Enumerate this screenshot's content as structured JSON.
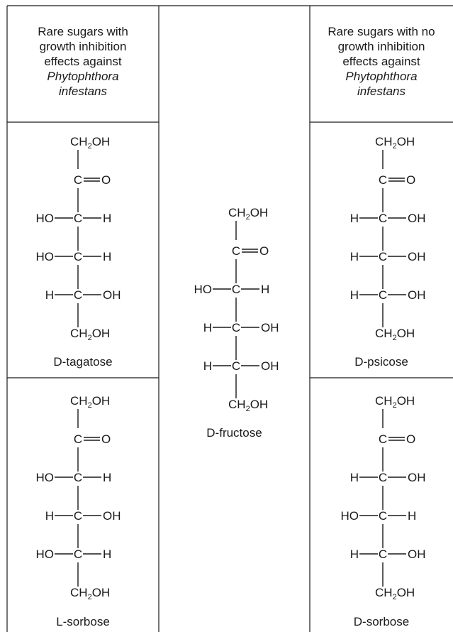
{
  "headers": {
    "left": {
      "line1": "Rare sugars with",
      "line2": "growth inhibition",
      "line3": "effects against",
      "line4": "Phytophthora",
      "line5": "infestans"
    },
    "right": {
      "line1": "Rare sugars with no",
      "line2": "growth inhibition",
      "line3": "effects against",
      "line4": "Phytophthora",
      "line5": "infestans"
    }
  },
  "molecules": {
    "tagatose": {
      "name": "D-tagatose",
      "c3": [
        "HO",
        "H"
      ],
      "c4": [
        "HO",
        "H"
      ],
      "c5": [
        "H",
        "OH"
      ]
    },
    "sorbose_l": {
      "name": "L-sorbose",
      "c3": [
        "HO",
        "H"
      ],
      "c4": [
        "H",
        "OH"
      ],
      "c5": [
        "HO",
        "H"
      ]
    },
    "fructose": {
      "name": "D-fructose",
      "c3": [
        "HO",
        "H"
      ],
      "c4": [
        "H",
        "OH"
      ],
      "c5": [
        "H",
        "OH"
      ]
    },
    "psicose": {
      "name": "D-psicose",
      "c3": [
        "H",
        "OH"
      ],
      "c4": [
        "H",
        "OH"
      ],
      "c5": [
        "H",
        "OH"
      ]
    },
    "sorbose_d": {
      "name": "D-sorbose",
      "c3": [
        "H",
        "OH"
      ],
      "c4": [
        "HO",
        "H"
      ],
      "c5": [
        "H",
        "OH"
      ]
    }
  },
  "labels": {
    "ch2": "CH",
    "sub2": "2",
    "oh": "OH",
    "c": "C",
    "o": "O"
  }
}
